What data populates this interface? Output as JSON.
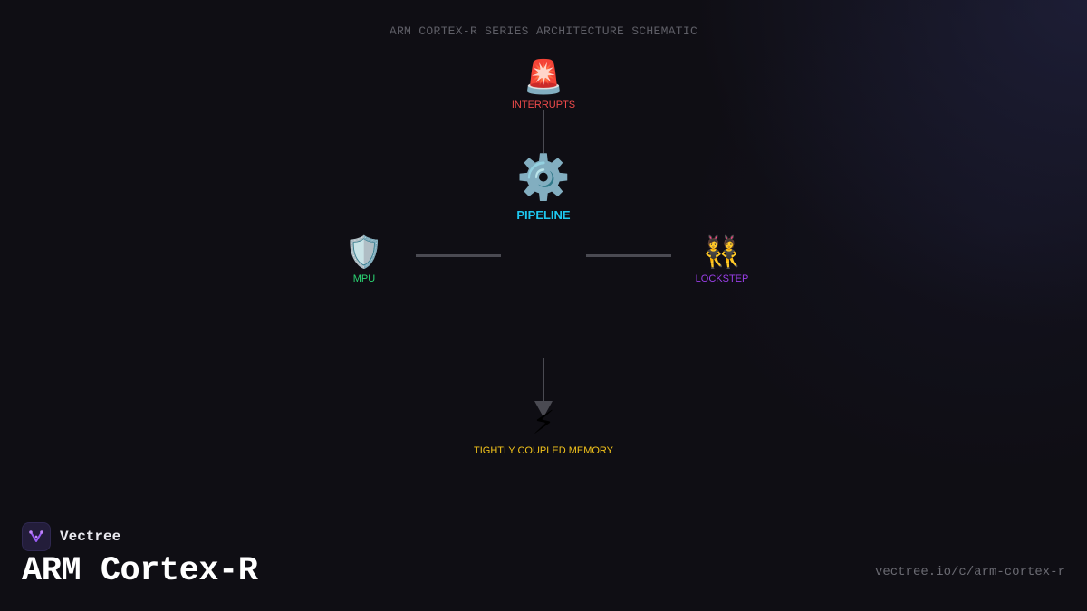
{
  "diagram": {
    "title": "ARM CORTEX-R SERIES ARCHITECTURE SCHEMATIC",
    "nodes": [
      {
        "id": "interrupts",
        "label": "INTERRUPTS",
        "icon": "rotating-light-icon",
        "glyph": "🚨",
        "color": "#ef4b4b"
      },
      {
        "id": "pipeline",
        "label": "PIPELINE",
        "icon": "gear-icon",
        "glyph": "⚙️",
        "color": "#1ec8f0"
      },
      {
        "id": "mpu",
        "label": "MPU",
        "icon": "shield-icon",
        "glyph": "🛡️",
        "color": "#2bd673"
      },
      {
        "id": "lockstep",
        "label": "LOCKSTEP",
        "icon": "twins-icon",
        "glyph": "👯",
        "color": "#9a3ee8"
      },
      {
        "id": "tcm",
        "label": "TIGHTLY COUPLED MEMORY",
        "icon": "lightning-icon",
        "glyph": "⚡",
        "color": "#f2c31b"
      }
    ],
    "edges": [
      {
        "from": "interrupts",
        "to": "pipeline"
      },
      {
        "from": "mpu",
        "to": "pipeline"
      },
      {
        "from": "pipeline",
        "to": "lockstep"
      },
      {
        "from": "pipeline",
        "to": "tcm",
        "arrow": true
      }
    ]
  },
  "brand": {
    "name": "Vectree",
    "logo_icon": "vectree-logo-icon",
    "accent": "#9b5cf6"
  },
  "page": {
    "title": "ARM Cortex-R",
    "url": "vectree.io/c/arm-cortex-r"
  }
}
